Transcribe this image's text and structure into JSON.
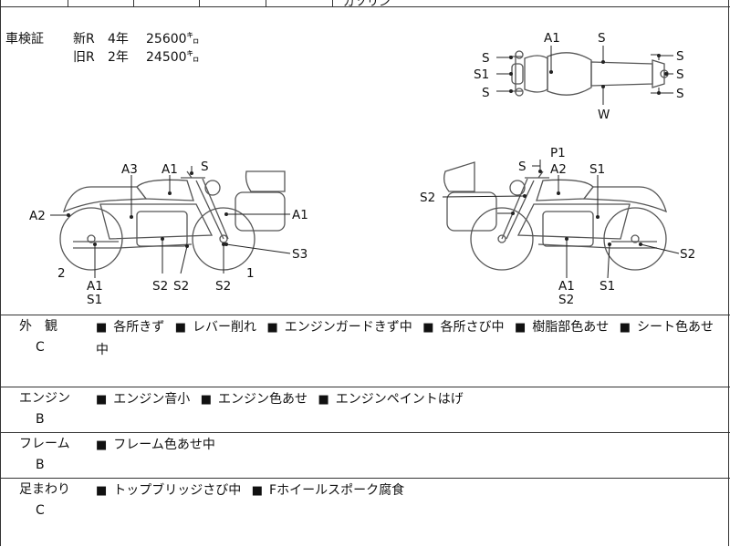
{
  "header_fragment": "ガソリン",
  "mileage": {
    "label": "車検証",
    "rows": [
      {
        "kind": "新R",
        "year": "4年",
        "value": "25600㌔"
      },
      {
        "kind": "旧R",
        "year": "2年",
        "value": "24500㌔"
      }
    ]
  },
  "diagram_labels": {
    "top_view": [
      "A1",
      "S",
      "S",
      "S1",
      "S",
      "S",
      "S",
      "S",
      "W"
    ],
    "left_side": [
      "A3",
      "A1",
      "S",
      "A2",
      "A1",
      "S3",
      "2",
      "A1",
      "S1",
      "S2",
      "S2",
      "S2",
      "1"
    ],
    "right_side": [
      "P1",
      "S",
      "A2",
      "S1",
      "S2",
      "S2",
      "A1",
      "S2",
      "S1"
    ]
  },
  "sections": [
    {
      "name": "外　観",
      "grade": "C",
      "notes": [
        "各所きず",
        "レバー削れ",
        "エンジンガードきず中",
        "各所さび中",
        "樹脂部色あせ",
        "シート色あせ中"
      ]
    },
    {
      "name": "エンジン",
      "grade": "B",
      "notes": [
        "エンジン音小",
        "エンジン色あせ",
        "エンジンペイントはげ"
      ]
    },
    {
      "name": "フレーム",
      "grade": "B",
      "notes": [
        "フレーム色あせ中"
      ]
    },
    {
      "name": "足まわり",
      "grade": "C",
      "notes": [
        "トップブリッジさび中",
        "Fホイールスポーク腐食"
      ]
    }
  ]
}
